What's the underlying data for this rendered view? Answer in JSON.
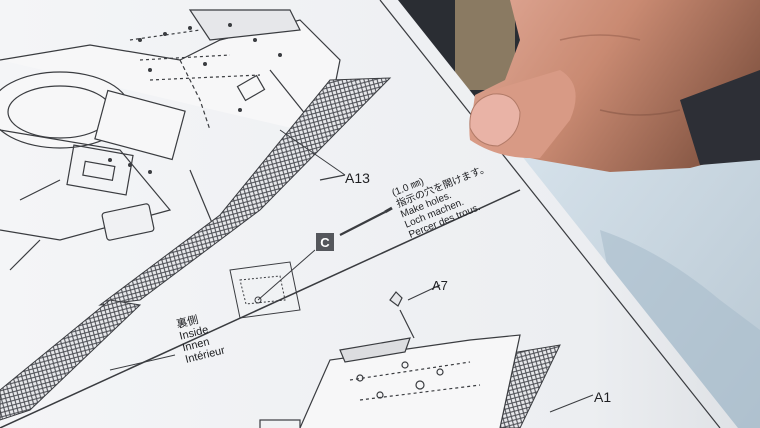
{
  "instructions": {
    "part_a13": "A13",
    "part_a7": "A7",
    "part_a1": "A1",
    "drill_size": "(1.0 ㎜)",
    "make_holes_ja": "指示の穴を開けます。",
    "make_holes_en": "Make holes.",
    "make_holes_de": "Loch machen.",
    "make_holes_fr": "Percer des trous.",
    "tool_marker": "C",
    "inside_ja": "裏側",
    "inside_en": "Inside",
    "inside_de": "Innen",
    "inside_fr": "Intérieur"
  },
  "colors": {
    "paper": "#f2f3f5",
    "line": "#3a3c40",
    "marker": "#55575c",
    "background": "#2a2d33",
    "skin": "#c9917a"
  }
}
